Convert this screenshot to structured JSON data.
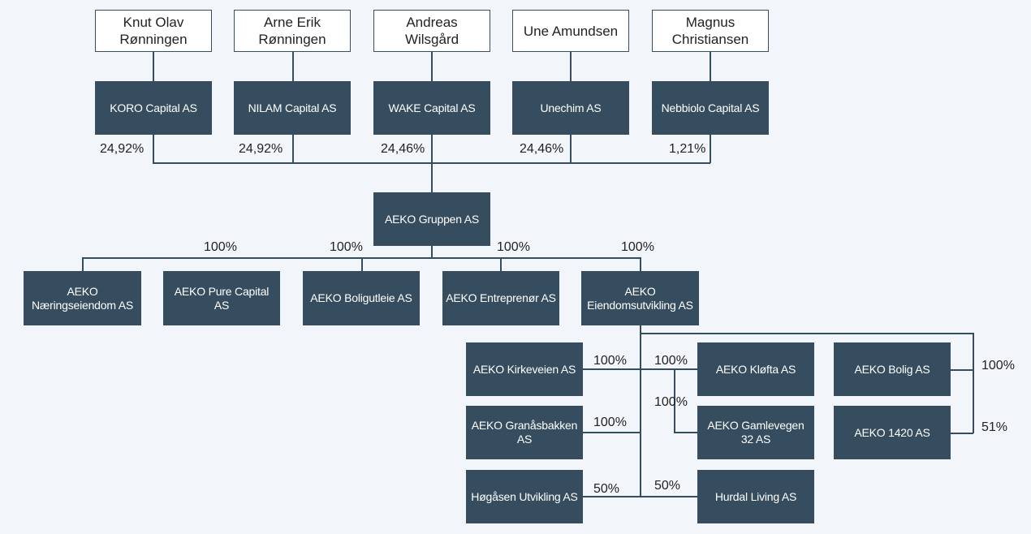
{
  "owners": {
    "o1": "Knut Olav Rønningen",
    "o2": "Arne Erik Rønningen",
    "o3": "Andreas Wilsgård",
    "o4": "Une Amundsen",
    "o5": "Magnus Christiansen"
  },
  "companies": {
    "koro": "KORO Capital AS",
    "nilam": "NILAM Capital AS",
    "wake": "WAKE Capital AS",
    "unechim": "Unechim AS",
    "nebbiolo": "Nebbiolo Capital AS",
    "gruppen": "AEKO Gruppen AS",
    "naering": "AEKO Næringseiendom AS",
    "pure": "AEKO Pure Capital AS",
    "boligutleie": "AEKO Boligutleie AS",
    "entreprenor": "AEKO Entreprenør AS",
    "eiendomsutvikling": "AEKO Eiendomsutvikling AS",
    "kirkeveien": "AEKO Kirkeveien AS",
    "granasbakken": "AEKO Granåsbakken AS",
    "hogasen": "Høgåsen Utvikling AS",
    "klofta": "AEKO Kløfta AS",
    "gamlevegen": "AEKO Gamlevegen 32 AS",
    "hurdal": "Hurdal Living AS",
    "bolig": "AEKO Bolig AS",
    "aeko1420": "AEKO 1420 AS"
  },
  "percentages": {
    "koro": "24,92%",
    "nilam": "24,92%",
    "wake": "24,46%",
    "unechim": "24,46%",
    "nebbiolo": "1,21%",
    "pure": "100%",
    "boligutleie": "100%",
    "entreprenor": "100%",
    "eiendomsutvikling": "100%",
    "kirkeveien": "100%",
    "granasbakken": "100%",
    "hogasen": "50%",
    "klofta": "100%",
    "gamlevegen": "100%",
    "hurdal": "50%",
    "bolig": "100%",
    "aeko1420": "51%"
  }
}
